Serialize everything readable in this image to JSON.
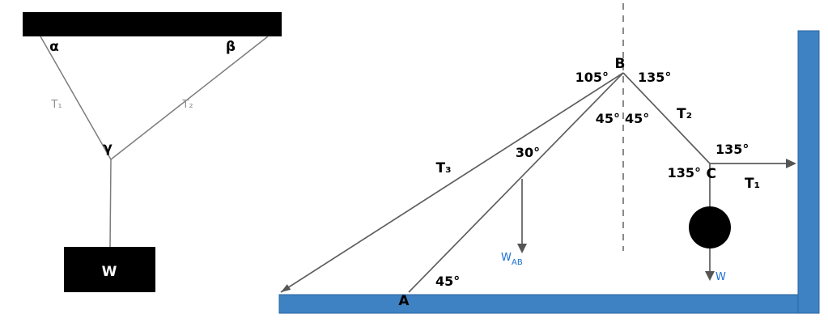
{
  "left": {
    "labels": {
      "alpha": "α",
      "beta": "β",
      "gamma": "γ",
      "t1": "T₁",
      "t2": "T₂",
      "weight": "W"
    }
  },
  "right": {
    "labels": {
      "b": "B",
      "a": "A",
      "c": "C",
      "t1": "T₁",
      "t2": "T₂",
      "t3": "T₃",
      "angle_b_left": "105°",
      "angle_b_right": "135°",
      "angle_b_inner_left": "45°",
      "angle_b_inner_right": "45°",
      "angle_c_upper": "135°",
      "angle_c_lower": "135°",
      "angle_bar": "30°",
      "angle_a": "45°",
      "weight_ball": "W",
      "weight_ab_base": "W",
      "weight_ab_sub": "AB"
    },
    "colors": {
      "structure": "#3e82c4",
      "label_blue": "#1a6fd4"
    }
  }
}
